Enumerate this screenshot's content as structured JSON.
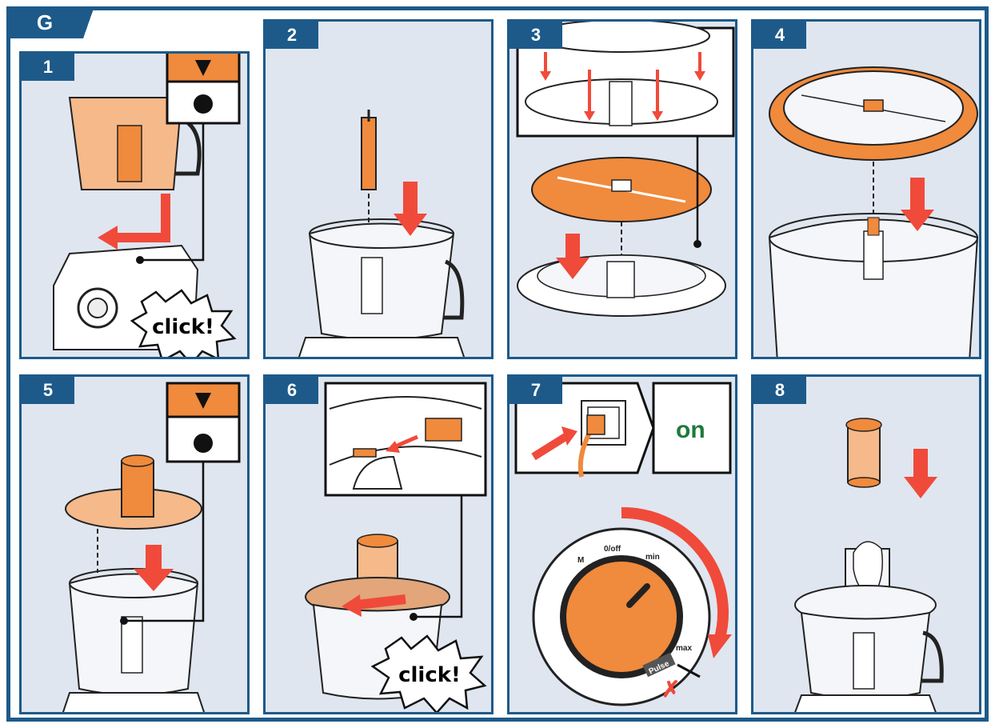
{
  "section_label": "G",
  "steps": [
    {
      "number": "1",
      "callout": "click!"
    },
    {
      "number": "2"
    },
    {
      "number": "3"
    },
    {
      "number": "4"
    },
    {
      "number": "5"
    },
    {
      "number": "6",
      "callout": "click!"
    },
    {
      "number": "7",
      "switch_label": "on",
      "dial_labels": {
        "memory": "M",
        "off": "0/off",
        "min": "min",
        "max": "max",
        "pulse": "Pulse"
      }
    },
    {
      "number": "8"
    }
  ],
  "colors": {
    "frame": "#1d5a8a",
    "panel": "#dfe6ef",
    "part": "#f08a3c",
    "arrow": "#f04a3a",
    "on_text": "#1d7a3a"
  }
}
